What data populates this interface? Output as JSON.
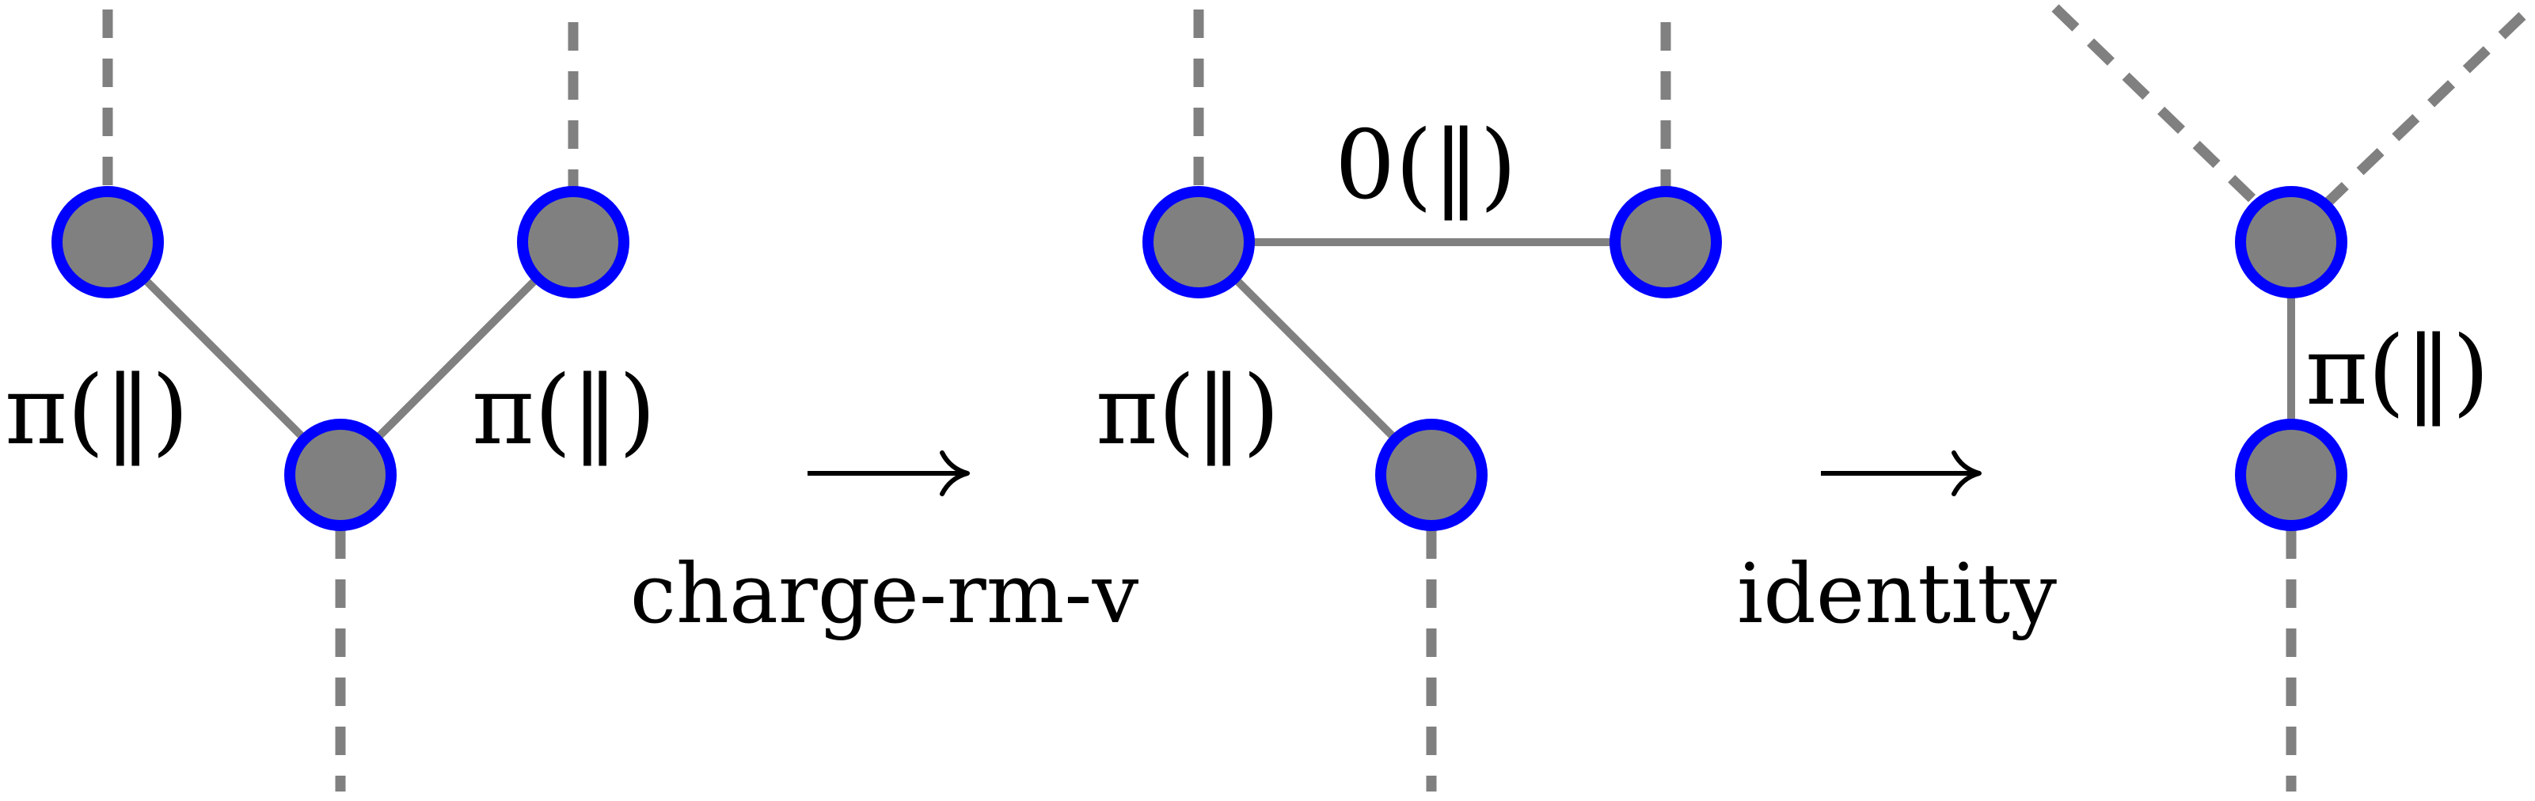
{
  "diagram": {
    "colors": {
      "edge": "#808080",
      "node_fill": "#808080",
      "node_outline": "#0000ff",
      "text": "#000000",
      "background": "#ffffff"
    },
    "graph1": {
      "label_left": "π(‖)",
      "label_right": "π(‖)"
    },
    "step1": {
      "arrow": "right-arrow-icon",
      "label": "charge-rm-v"
    },
    "graph2": {
      "label_top": "0(‖)",
      "label_left": "π(‖)"
    },
    "step2": {
      "arrow": "right-arrow-icon",
      "label": "identity"
    },
    "graph3": {
      "label_right": "π(‖)"
    }
  }
}
